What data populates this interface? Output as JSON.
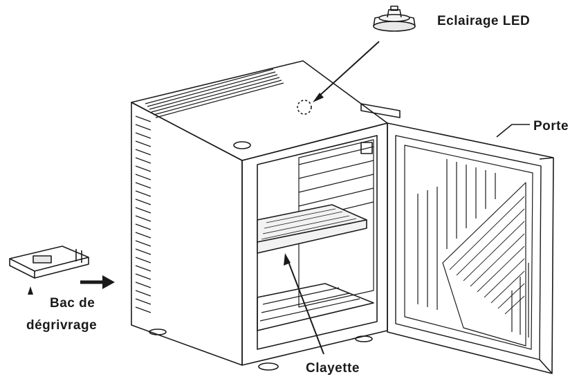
{
  "labels": {
    "led": "Eclairage LED",
    "porte": "Porte",
    "bac_line1": "Bac de",
    "bac_line2": "dégrivrage",
    "clayette": "Clayette"
  },
  "colors": {
    "line": "#1a1a1a",
    "background": "#ffffff"
  }
}
